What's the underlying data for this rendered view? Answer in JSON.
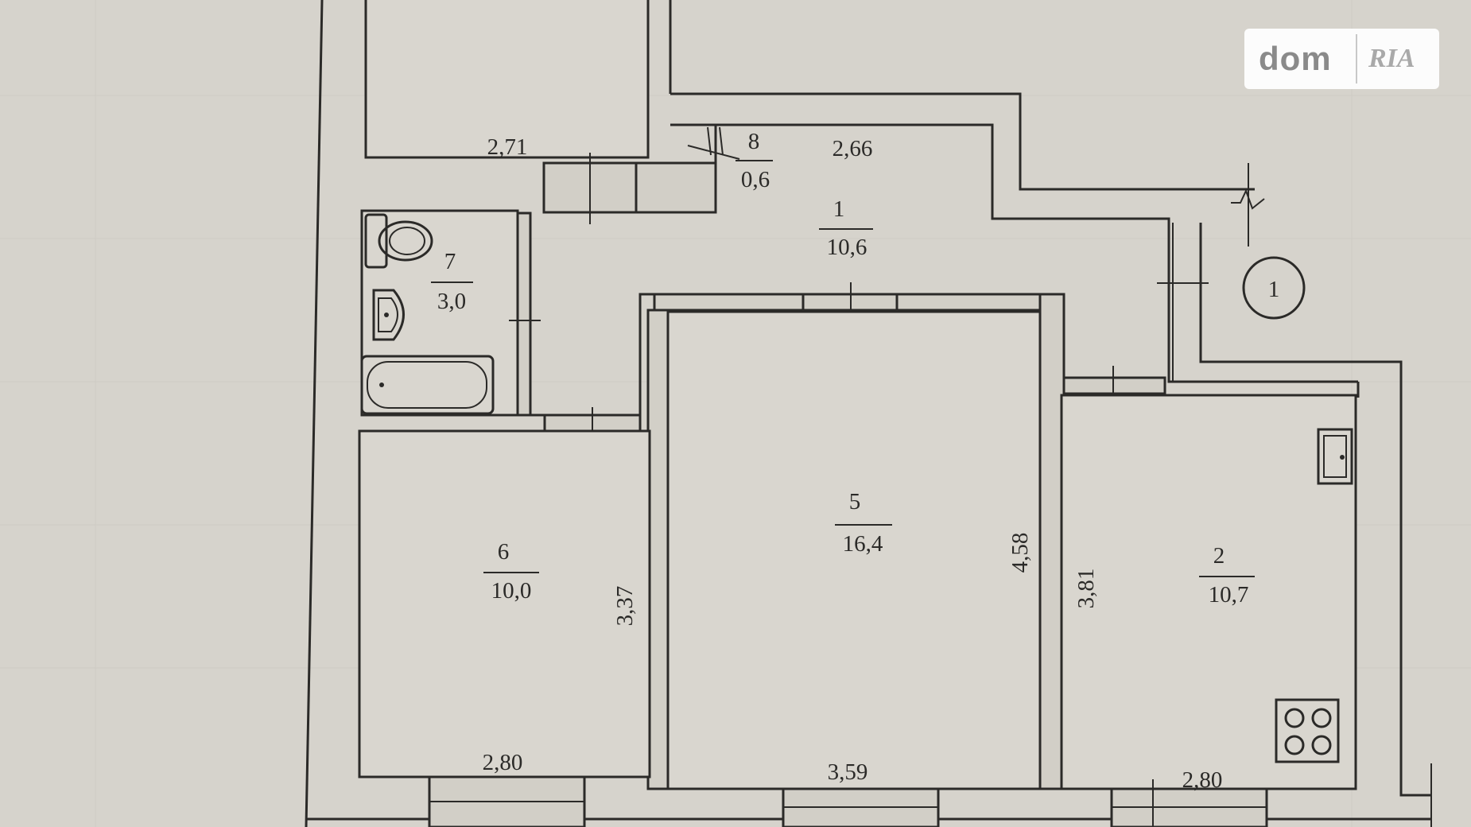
{
  "rooms": [
    {
      "number": "1",
      "area": "10,6"
    },
    {
      "number": "2",
      "area": "10,7"
    },
    {
      "number": "5",
      "area": "16,4"
    },
    {
      "number": "6",
      "area": "10,0"
    },
    {
      "number": "7",
      "area": "3,0"
    },
    {
      "number": "8",
      "area": "0,6"
    }
  ],
  "dimensions": {
    "d_2_71": "2,71",
    "d_2_66": "2,66",
    "d_3_37": "3,37",
    "d_4_58": "4,58",
    "d_3_81": "3,81",
    "d_2_80_left": "2,80",
    "d_3_59": "3,59",
    "d_2_80_right": "2,80"
  },
  "entrance_marker": "1",
  "watermark": {
    "left": "dom",
    "right": "RIA"
  },
  "colors": {
    "paper": "#d6d3cc",
    "ink": "#2b2a28"
  }
}
